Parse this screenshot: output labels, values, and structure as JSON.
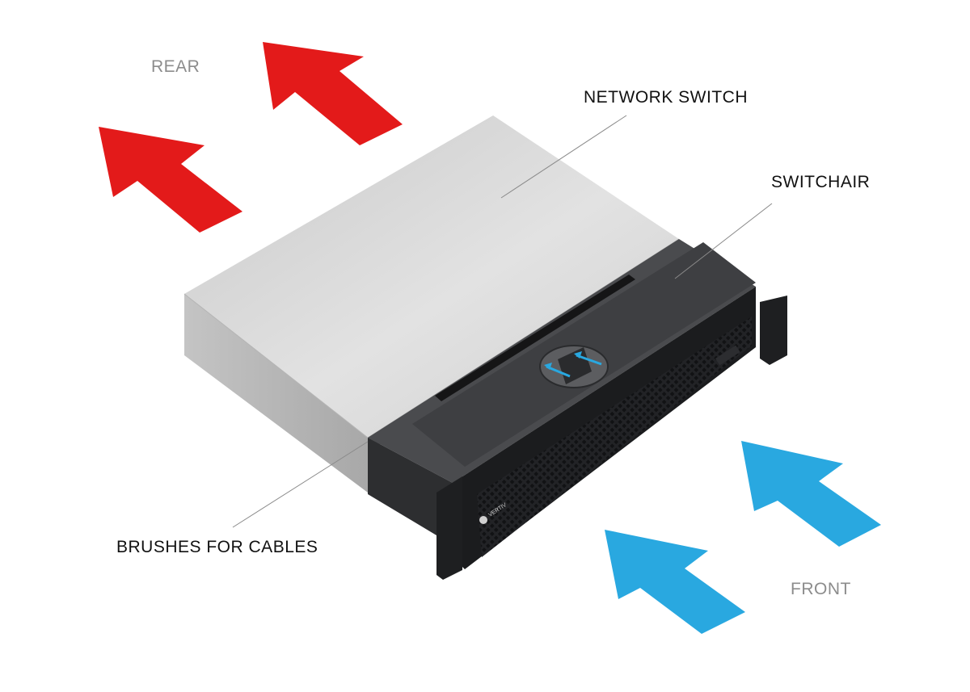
{
  "labels": {
    "rear": "REAR",
    "front": "FRONT",
    "network_switch": "NETWORK SWITCH",
    "switchair": "SWITCHAIR",
    "brushes": "BRUSHES FOR CABLES"
  },
  "logo_text": "VERTIV",
  "colors": {
    "rear_arrow": "#e31a1a",
    "front_arrow": "#29a8e0",
    "label_muted": "#8c8c8c",
    "label_dark": "#111111",
    "switch_top": "#d6d6d6",
    "switch_side": "#8a8a8a",
    "switchair_body": "#3a3b3d"
  }
}
